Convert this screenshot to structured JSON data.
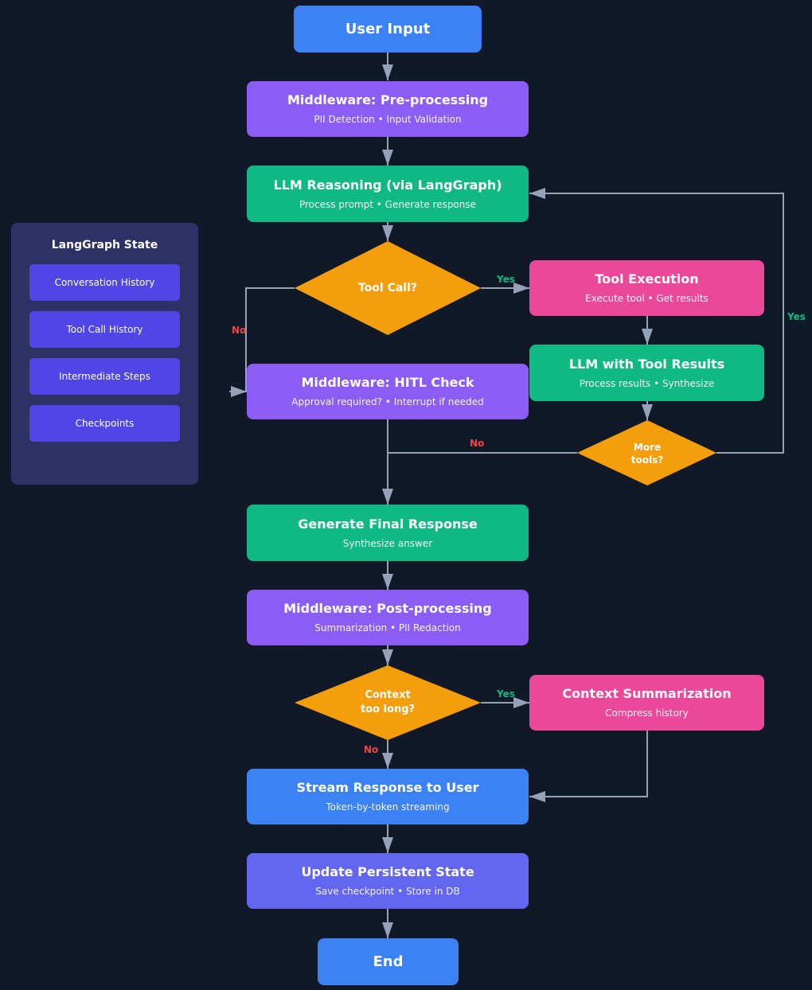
{
  "colors": {
    "background": "#111827",
    "blue": "#3b82f6",
    "purple": "#8b5cf6",
    "green": "#10b981",
    "pink": "#ec4899",
    "orange": "#f59e0b",
    "indigo": "#6366f1",
    "state_panel": "#2e3166",
    "state_item": "#4f46e5",
    "edge": "#94a3b8",
    "yes_label": "#10b981",
    "no_label": "#ef4444"
  },
  "nodes": {
    "user_input": {
      "title": "User Input"
    },
    "pre_processing": {
      "title": "Middleware: Pre-processing",
      "subtitle": "PII Detection • Input Validation"
    },
    "llm_reasoning": {
      "title": "LLM Reasoning (via LangGraph)",
      "subtitle": "Process prompt • Generate response"
    },
    "tool_call": {
      "title": "Tool Call?"
    },
    "tool_execution": {
      "title": "Tool Execution",
      "subtitle": "Execute tool • Get results"
    },
    "llm_tool_results": {
      "title": "LLM with Tool Results",
      "subtitle": "Process results • Synthesize"
    },
    "hitl_check": {
      "title": "Middleware: HITL Check",
      "subtitle": "Approval required? • Interrupt if needed"
    },
    "more_tools": {
      "line1": "More",
      "line2": "tools?"
    },
    "final_response": {
      "title": "Generate Final Response",
      "subtitle": "Synthesize answer"
    },
    "post_processing": {
      "title": "Middleware: Post-processing",
      "subtitle": "Summarization • PII Redaction"
    },
    "context_long": {
      "line1": "Context",
      "line2": "too long?"
    },
    "context_summarization": {
      "title": "Context Summarization",
      "subtitle": "Compress history"
    },
    "stream_response": {
      "title": "Stream Response to User",
      "subtitle": "Token-by-token streaming"
    },
    "update_state": {
      "title": "Update Persistent State",
      "subtitle": "Save checkpoint • Store in DB"
    },
    "end": {
      "title": "End"
    }
  },
  "edge_labels": {
    "tool_yes": "Yes",
    "tool_no": "No",
    "more_yes": "Yes",
    "more_no": "No",
    "context_yes": "Yes",
    "context_no": "No"
  },
  "state_panel": {
    "title": "LangGraph State",
    "items": [
      "Conversation History",
      "Tool Call History",
      "Intermediate Steps",
      "Checkpoints"
    ]
  }
}
